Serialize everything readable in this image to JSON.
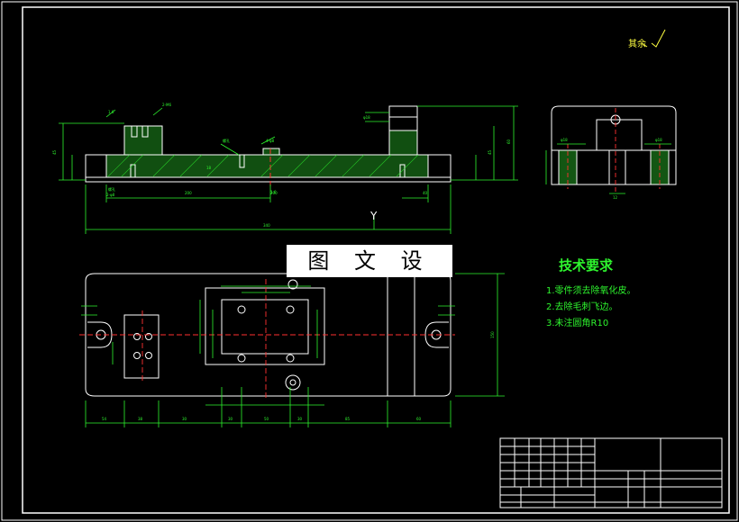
{
  "watermark": "图 文 设 计",
  "roughness_note": "其余",
  "tech_requirements": {
    "title": "技术要求",
    "items": [
      "1.零件须去除氧化皮。",
      "2.去除毛刺飞边。",
      "3.未注圆角R10"
    ]
  },
  "section_marker": "Y",
  "colors": {
    "background": "#000000",
    "outline": "#ffffff",
    "dimension": "#2ef52e",
    "centerline": "#ff3030",
    "hatch": "#2ef52e"
  }
}
